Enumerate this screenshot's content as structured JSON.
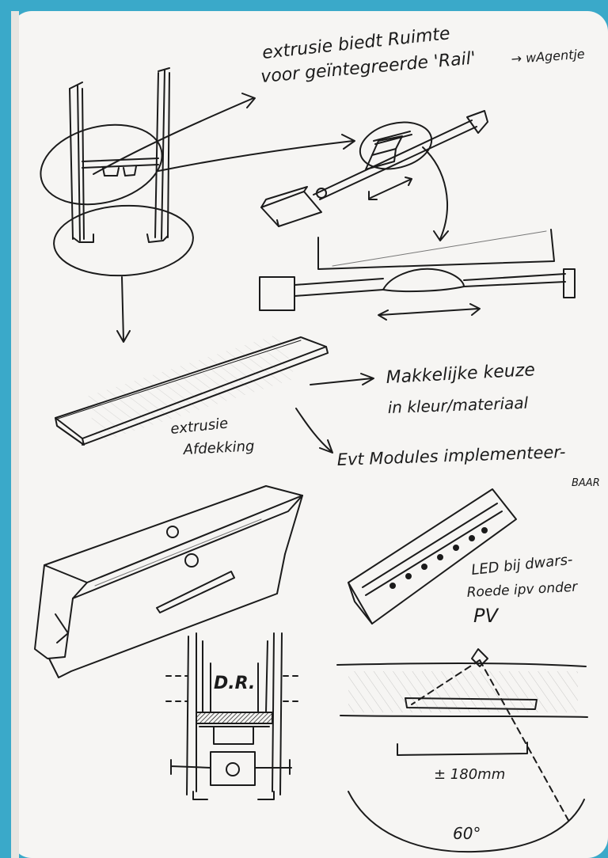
{
  "notes": {
    "rail_line1": "extrusie biedt Ruimte",
    "rail_line2": "voor geïntegreerde 'Rail'",
    "rail_arrow_target": "→ wAgentje",
    "cover_line1": "extrusie",
    "cover_line2": "Afdekking",
    "choice_line1": "Makkelijke keuze",
    "choice_line2": "in kleur/materiaal",
    "modules_line1": "Evt Modules implementeer-",
    "modules_line2": "BAAR",
    "led_line1": "LED bij dwars-",
    "led_line2": "Roede ipv onder",
    "led_line3": "PV",
    "label_dr": "D.R.",
    "dimension": "± 180mm",
    "angle": "60°"
  },
  "colors": {
    "paper": "#f6f5f3",
    "ink": "#1b1b1b",
    "background": "#3aa9c9"
  }
}
